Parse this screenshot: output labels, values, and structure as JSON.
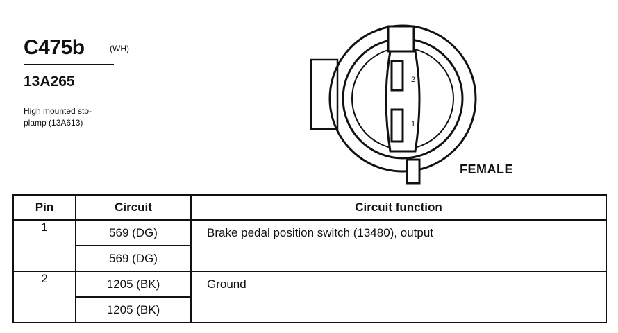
{
  "connector": {
    "id": "C475b",
    "color_code": "(WH)",
    "part_number": "13A265",
    "description_lines": [
      "High mounted sto-",
      "plamp (13A613)"
    ]
  },
  "diagram": {
    "pin_labels": [
      "2",
      "1"
    ],
    "gender": "FEMALE"
  },
  "table": {
    "headers": [
      "Pin",
      "Circuit",
      "Circuit function"
    ],
    "rows": [
      {
        "pin": "1",
        "circuits": [
          "569 (DG)",
          "569 (DG)"
        ],
        "function": "Brake pedal position switch (13480), output"
      },
      {
        "pin": "2",
        "circuits": [
          "1205 (BK)",
          "1205 (BK)"
        ],
        "function": "Ground"
      }
    ]
  }
}
